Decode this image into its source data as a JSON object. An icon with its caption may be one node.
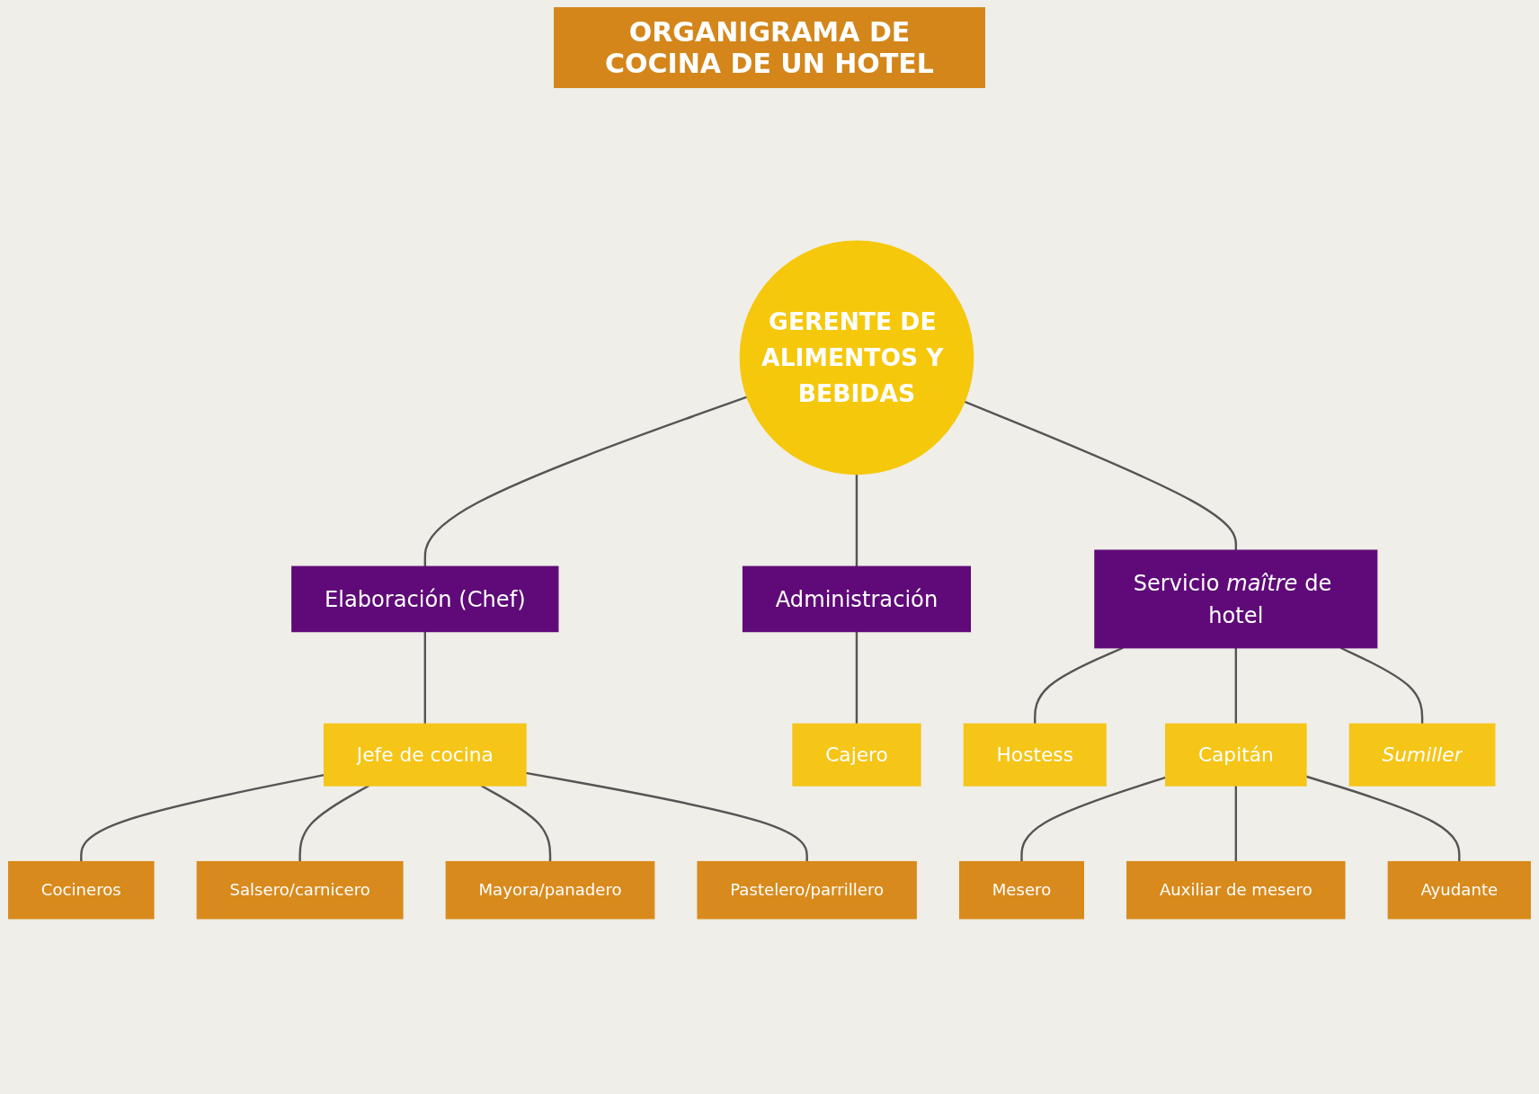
{
  "diagram": {
    "title": "ORGANIGRAMA DE COCINA DE UN HOTEL",
    "nodes": [
      {
        "text": [
          "GERENTE DE ALIMENTOS Y BEBIDAS"
        ]
      },
      {
        "text": [
          "Elaboración (Chef)"
        ]
      },
      {
        "text": [
          "Administración"
        ]
      },
      {
        "text": [
          "Jefe de cocina"
        ]
      },
      {
        "text": [
          "Cajero"
        ]
      },
      {
        "text": [
          "Cocineros"
        ]
      },
      {
        "text": [
          "Salsero/carnicero"
        ]
      },
      {
        "text": [
          "Mayora/panadero"
        ]
      },
      {
        "text": [
          "Pastelero/parrillero"
        ]
      },
      {
        "text": [
          "Servicio *maître* de hotel"
        ]
      },
      {
        "text": [
          "Hostess"
        ]
      },
      {
        "text": [
          "Capitán"
        ]
      },
      {
        "text": [
          "Sumiller"
        ]
      },
      {
        "text": [
          "Mesero"
        ]
      },
      {
        "text": [
          "Auxiliar de mesero"
        ]
      },
      {
        "text": [
          "Ayudante"
        ]
      }
    ],
    "edges": [
      {
        "from": 0,
        "to": 1,
        "arrow": "none"
      },
      {
        "from": 0,
        "to": 2,
        "arrow": "none"
      },
      {
        "from": 0,
        "to": 9,
        "arrow": "none"
      },
      {
        "from": 1,
        "to": 3,
        "arrow": "none"
      },
      {
        "from": 2,
        "to": 4,
        "arrow": "none"
      },
      {
        "from": 3,
        "to": 5,
        "arrow": "none"
      },
      {
        "from": 3,
        "to": 6,
        "arrow": "none"
      },
      {
        "from": 3,
        "to": 7,
        "arrow": "none"
      },
      {
        "from": 3,
        "to": 8,
        "arrow": "none"
      },
      {
        "from": 9,
        "to": 10,
        "arrow": "none"
      },
      {
        "from": 9,
        "to": 11,
        "arrow": "none"
      },
      {
        "from": 9,
        "to": 12,
        "arrow": "none"
      },
      {
        "from": 11,
        "to": 13,
        "arrow": "none"
      },
      {
        "from": 11,
        "to": 14,
        "arrow": "none"
      },
      {
        "from": 11,
        "to": 15,
        "arrow": "none"
      }
    ]
  }
}
